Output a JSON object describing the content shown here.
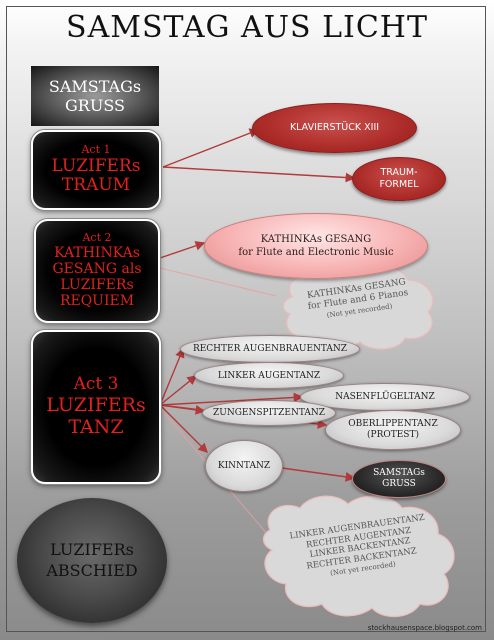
{
  "title": "SAMSTAG AUS LICHT",
  "nodes": {
    "gruss_top": [
      "SAMSTAGs",
      "GRUSS"
    ],
    "act1": {
      "label": "Act 1",
      "name": [
        "LUZIFERs",
        "TRAUM"
      ]
    },
    "act2": {
      "label": "Act 2",
      "name": [
        "KATHINKAs",
        "GESANG als",
        "LUZIFERs",
        "REQUIEM"
      ]
    },
    "act3": {
      "label": "Act 3",
      "name": [
        "LUZIFERs",
        "TANZ"
      ]
    },
    "abschied": [
      "LUZIFERs",
      "ABSCHIED"
    ],
    "klavierstueck": "KLAVIERSTÜCK XIII",
    "traumformel": [
      "TRAUM-",
      "FORMEL"
    ],
    "kathinka_flute": [
      "KATHINKAs GESANG",
      "for Flute and Electronic Music"
    ],
    "kathinka_piano": {
      "lines": [
        "KATHINKAs GESANG",
        "for Flute and 6 Pianos"
      ],
      "note": "(Not yet recorded)"
    },
    "rechter_augenbrauentanz": "RECHTER AUGENBRAUENTANZ",
    "linker_augentanz": "LINKER AUGENTANZ",
    "nasenfluegeltanz": "NASENFLÜGELTANZ",
    "zungenspitzentanz": "ZUNGENSPITZENTANZ",
    "oberlippentanz": [
      "OBERLIPPENTANZ",
      "(PROTEST)"
    ],
    "kinntanz": "KINNTANZ",
    "gruss_small": [
      "SAMSTAGs",
      "GRUSS"
    ],
    "unrecorded_cloud": {
      "lines": [
        "LINKER AUGENBRAUENTANZ",
        "RECHTER AUGENTANZ",
        "LINKER BACKENTANZ",
        "RECHTER BACKENTANZ"
      ],
      "note": "(Not yet recorded)"
    }
  },
  "credit": "stockhausenspace.blogspot.com",
  "colors": {
    "act_text": "#e3201b",
    "red_node": "#ad2c29",
    "pink_node": "#f7b3b3",
    "link": "#b23a3a"
  }
}
